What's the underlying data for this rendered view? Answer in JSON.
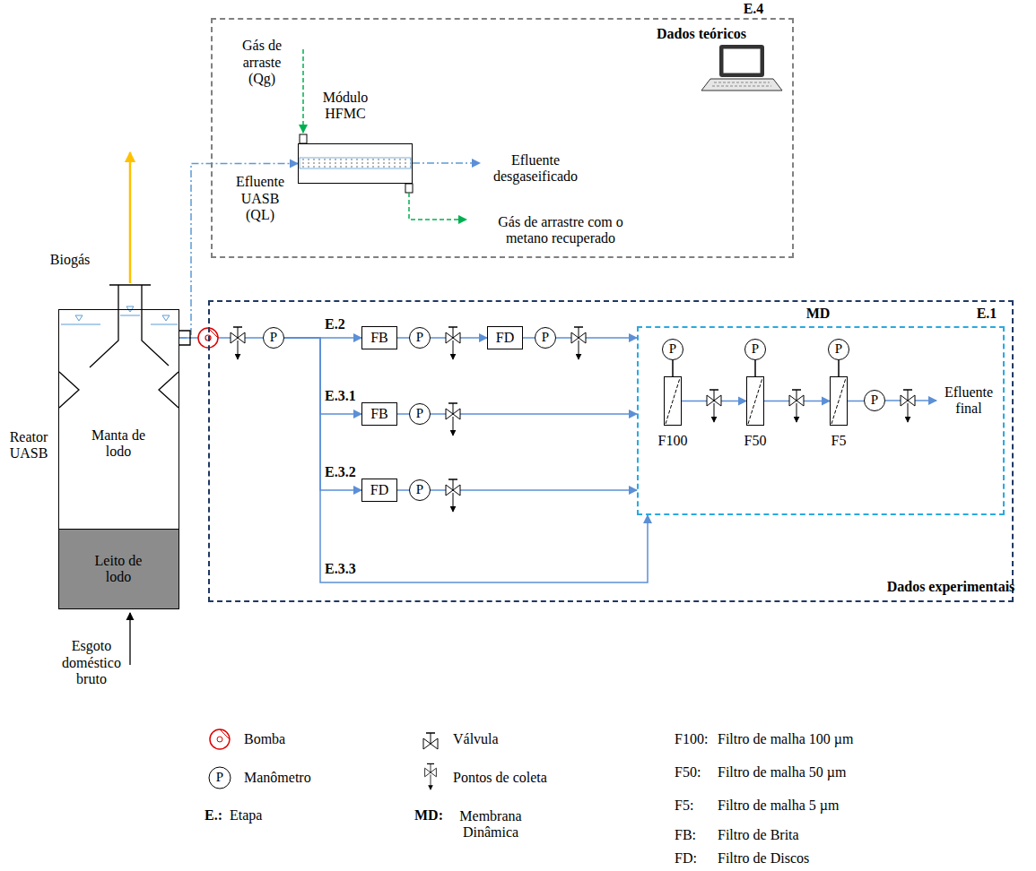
{
  "diagram": {
    "nodes": [
      {
        "text": [
          "E.4",
          "Dados teóricos"
        ]
      },
      {
        "text": [
          "Módulo HFMC"
        ],
        "in": 0
      },
      {
        "text": [
          "Reator UASB",
          "Manta de lodo"
        ]
      },
      {
        "text": [
          "Leito de lodo"
        ],
        "in": 2
      },
      {
        "text": [
          "Dados experimentais"
        ]
      },
      {
        "text": [
          "P"
        ],
        "in": 4
      },
      {
        "text": [
          "FB"
        ],
        "in": 4
      },
      {
        "text": [
          "P"
        ],
        "in": 4
      },
      {
        "text": [
          "FD"
        ],
        "in": 4
      },
      {
        "text": [
          "P"
        ],
        "in": 4
      },
      {
        "text": [
          "FB"
        ],
        "in": 4
      },
      {
        "text": [
          "P"
        ],
        "in": 4
      },
      {
        "text": [
          "FD"
        ],
        "in": 4
      },
      {
        "text": [
          "P"
        ],
        "in": 4
      },
      {
        "text": [
          "MD",
          "E.1"
        ],
        "in": 4
      },
      {
        "text": [
          "P"
        ],
        "in": 14
      },
      {
        "text": [
          "F100"
        ],
        "in": 14
      },
      {
        "text": [
          "P"
        ],
        "in": 14
      },
      {
        "text": [
          "F50"
        ],
        "in": 14
      },
      {
        "text": [
          "P"
        ],
        "in": 14
      },
      {
        "text": [
          "F5"
        ],
        "in": 14
      },
      {
        "text": [
          "P"
        ],
        "in": 14
      }
    ],
    "edges": [
      {
        "from": 2,
        "to": 1,
        "arrow": "to"
      },
      {
        "from": 2,
        "to": 5,
        "arrow": "none"
      },
      {
        "from": 5,
        "to": 6,
        "arrow": "to",
        "label": "E.2"
      },
      {
        "from": 6,
        "to": 7,
        "arrow": "none"
      },
      {
        "from": 7,
        "to": 8,
        "arrow": "to"
      },
      {
        "from": 8,
        "to": 9,
        "arrow": "none"
      },
      {
        "from": 9,
        "to": 14,
        "arrow": "to"
      },
      {
        "from": 5,
        "to": 10,
        "arrow": "to",
        "label": "E.3.1"
      },
      {
        "from": 10,
        "to": 11,
        "arrow": "none"
      },
      {
        "from": 11,
        "to": 14,
        "arrow": "to"
      },
      {
        "from": 5,
        "to": 12,
        "arrow": "to",
        "label": "E.3.2"
      },
      {
        "from": 12,
        "to": 13,
        "arrow": "none"
      },
      {
        "from": 13,
        "to": 14,
        "arrow": "to"
      },
      {
        "from": 5,
        "to": 14,
        "arrow": "to",
        "label": "E.3.3"
      },
      {
        "from": 15,
        "to": 16,
        "arrow": "none"
      },
      {
        "from": 16,
        "to": 18,
        "arrow": "to"
      },
      {
        "from": 17,
        "to": 18,
        "arrow": "none"
      },
      {
        "from": 18,
        "to": 20,
        "arrow": "to"
      },
      {
        "from": 19,
        "to": 20,
        "arrow": "none"
      },
      {
        "from": 20,
        "to": 21,
        "arrow": "none"
      }
    ],
    "labels": [
      "Gás de arraste (Qg)",
      "Efluente UASB (QL)",
      "Efluente desgaseificado",
      "Gás de arrastre com o metano recuperado",
      "Biogás",
      "Esgoto doméstico bruto",
      "Efluente final",
      "P",
      "E.:",
      "Etapa",
      "MD:",
      "Membrana Dinâmica",
      "F100:",
      "Filtro de malha 100 µm",
      "F50:",
      "Filtro de malha 50 µm",
      "F5:",
      "Filtro de malha 5 µm",
      "FB:",
      "Filtro de Brita",
      "FD:",
      "Filtro de Discos"
    ],
    "legend": [
      {
        "text": "Bomba"
      },
      {
        "text": "Manômetro"
      },
      {
        "text": "Válvula"
      },
      {
        "text": "Pontos de coleta"
      }
    ]
  }
}
